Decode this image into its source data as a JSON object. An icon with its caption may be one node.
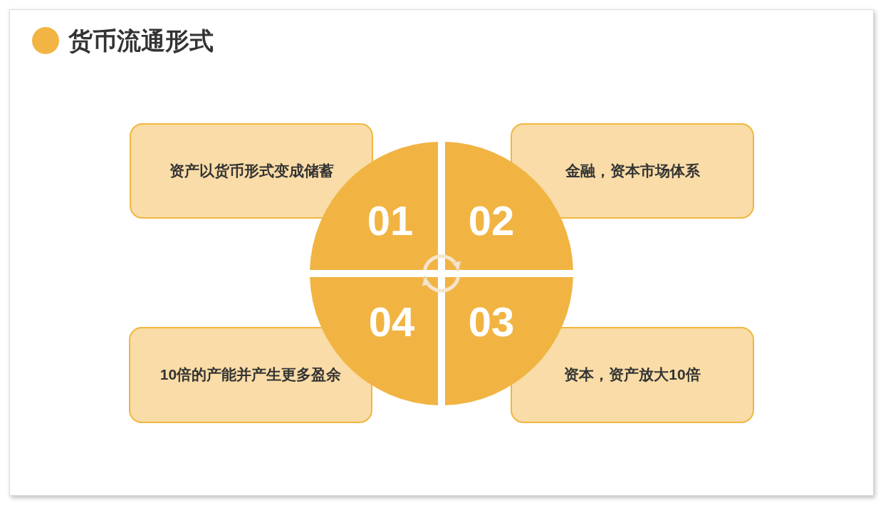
{
  "diagram": {
    "title": "货币流通形式",
    "nodes": [
      {
        "text": [
          "资产以货币形式变成储蓄"
        ]
      },
      {
        "text": [
          "金融，资本市场体系"
        ]
      },
      {
        "text": [
          "01"
        ]
      },
      {
        "text": [
          "02"
        ]
      },
      {
        "text": [
          "04"
        ]
      },
      {
        "text": [
          "03"
        ]
      },
      {
        "text": [
          "10倍的产能并产生更多盈余"
        ]
      },
      {
        "text": [
          "资本，资产放大10倍"
        ]
      }
    ],
    "edges": [
      {
        "from": 2,
        "to": 3,
        "arrow": "to"
      },
      {
        "from": 5,
        "to": 4,
        "arrow": "to"
      }
    ]
  }
}
